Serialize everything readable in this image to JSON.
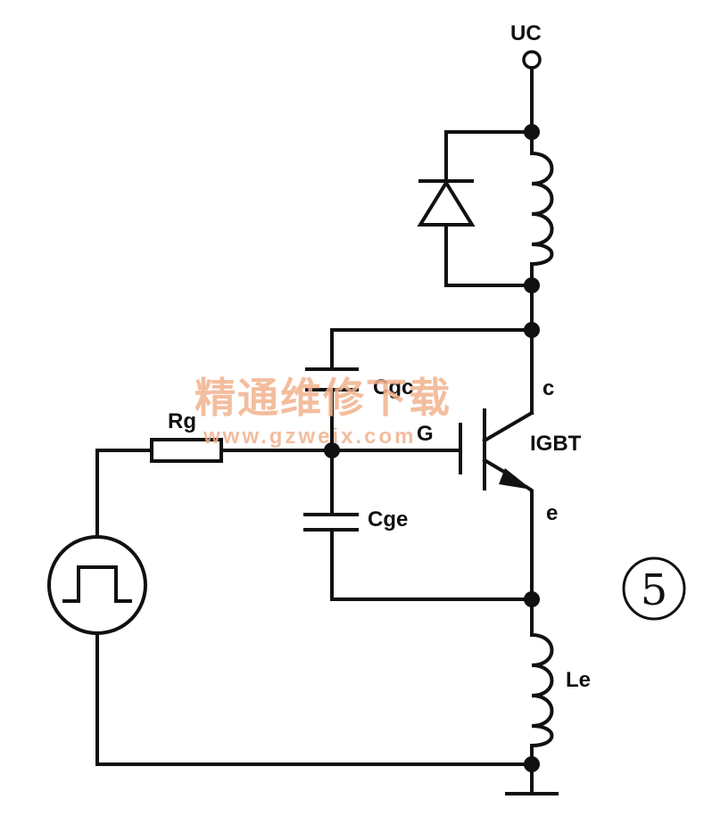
{
  "labels": {
    "supply": "UC",
    "capacitor_gc": "Cgc",
    "capacitor_ge": "Cge",
    "resistor": "Rg",
    "gate": "G",
    "collector": "c",
    "emitter": "e",
    "transistor": "IGBT",
    "inductor": "Le",
    "figure_number": "⑤"
  },
  "watermark": {
    "chinese": "精通维修下载",
    "url": "www.gzweix.com"
  },
  "icons": {
    "source": "square-pulse-source-icon",
    "diode": "diode-icon",
    "ground": "ground-icon"
  }
}
